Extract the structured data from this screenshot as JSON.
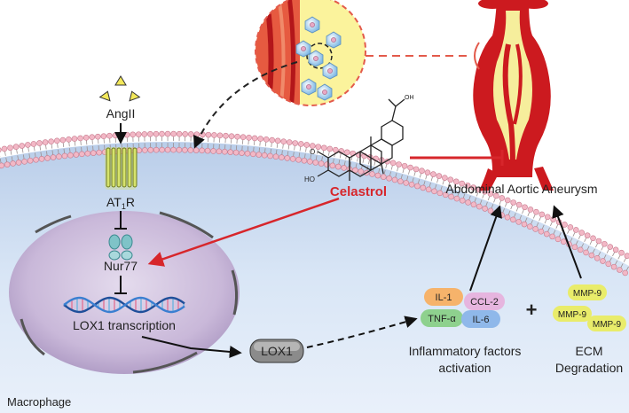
{
  "labels": {
    "angII": "AngII",
    "receptor": "AT1R",
    "nur77": "Nur77",
    "lox1_transcription": "LOX1 transcription",
    "lox1_protein": "LOX1",
    "celastrol": "Celastrol",
    "cooh": "OH",
    "oxo": "O",
    "hydroxy": "HO",
    "aneurysm": "Abdominal Aortic Aneurysm",
    "macrophage": "Macrophage",
    "plus": "+"
  },
  "inflammatory": {
    "cytokines": [
      "IL-1",
      "CCL-2",
      "TNF-α",
      "IL-6"
    ],
    "caption_line1": "Inflammatory factors",
    "caption_line2": "activation"
  },
  "ecm": {
    "mmps": [
      "MMP-9",
      "MMP-9",
      "MMP-9"
    ],
    "caption_line1": "ECM",
    "caption_line2": "Degradation"
  },
  "colors": {
    "celastrol_red": "#d7262b",
    "artery_red": "#c8161d",
    "aneurysm_yellow": "#f6ee9c",
    "nucleus": "#cfc1dd",
    "cytoplasm": "#cfe0f3",
    "lipid_head": "#f2b8c6"
  }
}
